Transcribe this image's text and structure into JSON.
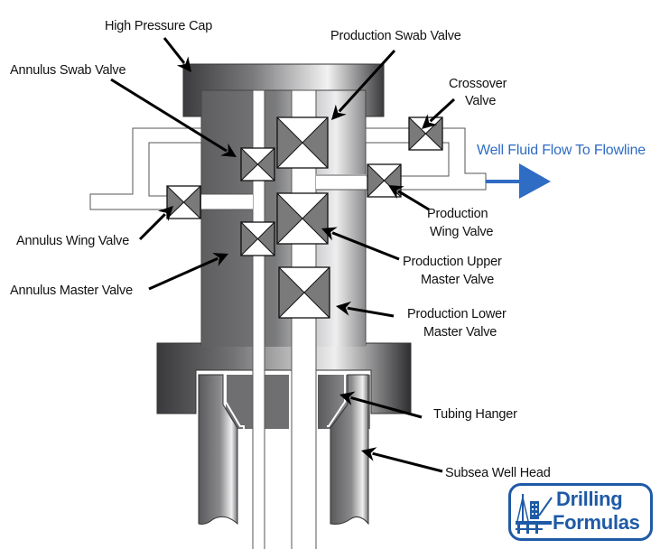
{
  "diagram": {
    "title": "Subsea Christmas Tree Valve Arrangement",
    "labels": {
      "high_pressure_cap": "High Pressure Cap",
      "production_swab_valve": "Production Swab Valve",
      "annulus_swab_valve": "Annulus Swab Valve",
      "crossover_valve_line1": "Crossover",
      "crossover_valve_line2": "Valve",
      "well_fluid_flow": "Well Fluid Flow To Flowline",
      "production_wing_valve_line1": "Production",
      "production_wing_valve_line2": "Wing Valve",
      "annulus_wing_valve": "Annulus Wing Valve",
      "production_upper_master_line1": "Production Upper",
      "production_upper_master_line2": "Master Valve",
      "annulus_master_valve": "Annulus Master Valve",
      "production_lower_master_line1": "Production Lower",
      "production_lower_master_line2": "Master Valve",
      "tubing_hanger": "Tubing Hanger",
      "subsea_well_head": "Subsea Well Head"
    },
    "colors": {
      "flow_arrow": "#2f6cc4",
      "logo": "#1f5aa6",
      "valve_dark": "#7a7a7a",
      "body_dark": "#6e6e70"
    }
  },
  "logo": {
    "line1": "Drilling",
    "line2": "Formulas",
    "icon": "offshore-rig-icon"
  }
}
